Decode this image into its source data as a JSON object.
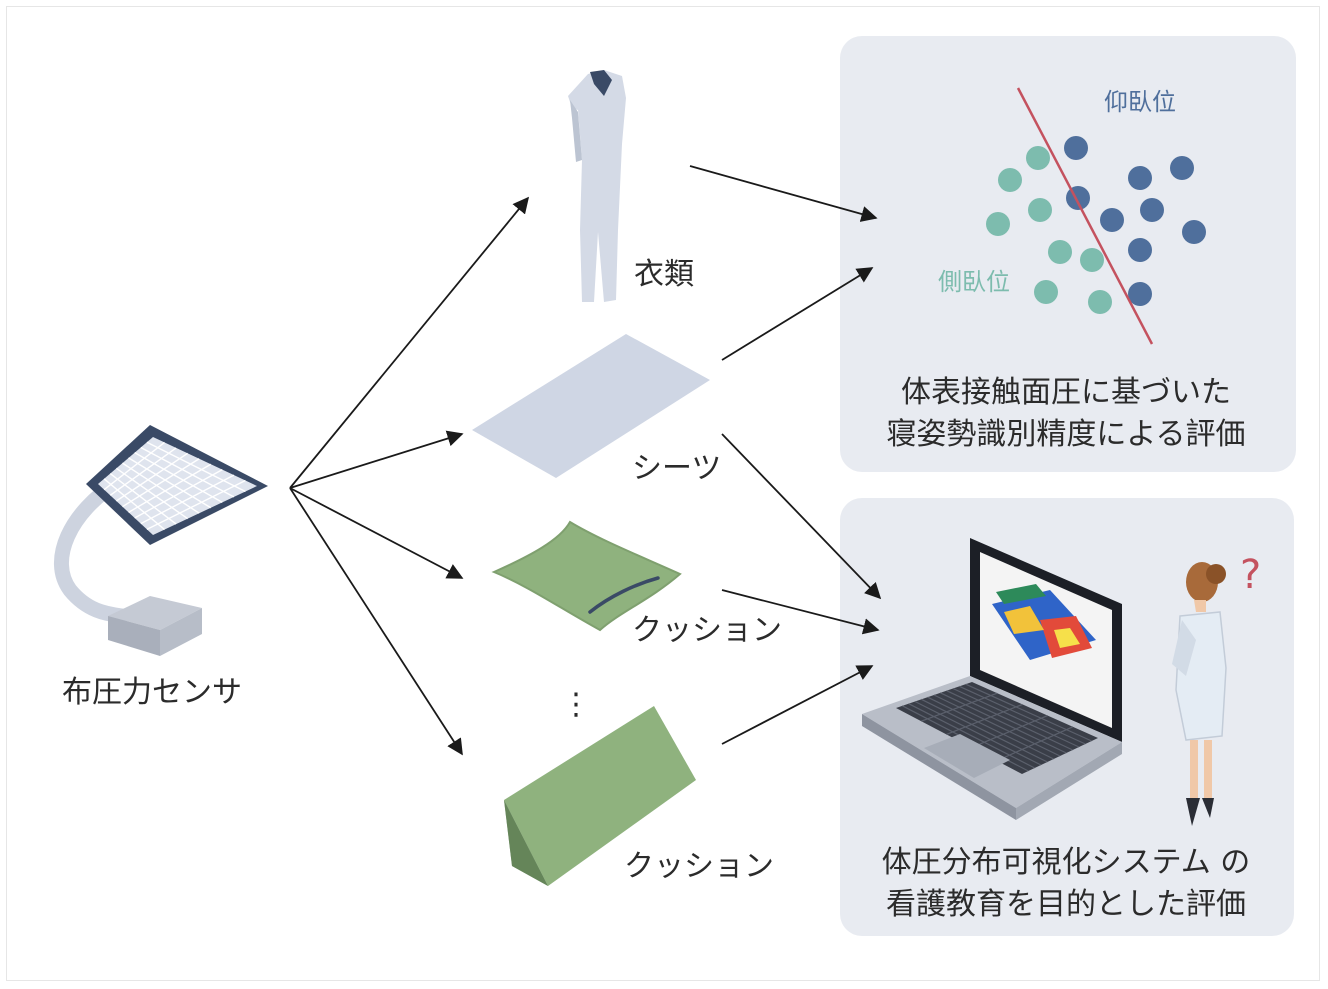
{
  "labels": {
    "sensor": "布圧力センサ",
    "clothing": "衣類",
    "sheet": "シーツ",
    "cushion1": "クッション",
    "cushion2": "クッション",
    "ellipsis": "⋮"
  },
  "panel_top": {
    "label_supine": "仰臥位",
    "label_lateral": "側臥位",
    "caption_line1": "体表接触面圧に基づいた",
    "caption_line2": "寝姿勢識別精度による評価"
  },
  "panel_bottom": {
    "question_mark": "?",
    "caption_line1": "体圧分布可視化システム の",
    "caption_line2": "看護教育を目的とした評価"
  },
  "colors": {
    "panel_bg": "#e8ebf1",
    "supine_dot": "#4f6f9c",
    "lateral_dot": "#7dbcae",
    "divider_line": "#c4525f",
    "sensor_frame": "#3a4a66",
    "cushion_green": "#8fb27e",
    "sheet_blue": "#cfd6e4"
  }
}
